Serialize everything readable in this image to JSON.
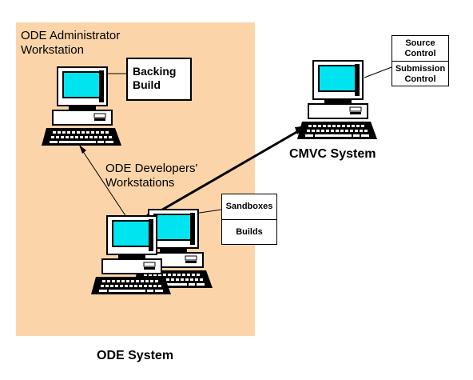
{
  "labels": {
    "admin_line1": "ODE Administrator",
    "admin_line2": "Workstation",
    "developers_line1": "ODE Developers'",
    "developers_line2": "Workstations",
    "cmvc_system": "CMVC System",
    "ode_system": "ODE System"
  },
  "boxes": {
    "backing_line1": "Backing",
    "backing_line2": "Build",
    "source_control_line1": "Source",
    "source_control_line2": "Control",
    "submission_control_line1": "Submission",
    "submission_control_line2": "Control",
    "sandboxes": "Sandboxes",
    "builds": "Builds"
  },
  "colors": {
    "ode_region": "#fbd5a9",
    "screen": "#00e4f0",
    "computer_body": "#ffffff",
    "keyboard": "#000000"
  },
  "icons": {
    "computer": "desktop-computer-icon"
  }
}
